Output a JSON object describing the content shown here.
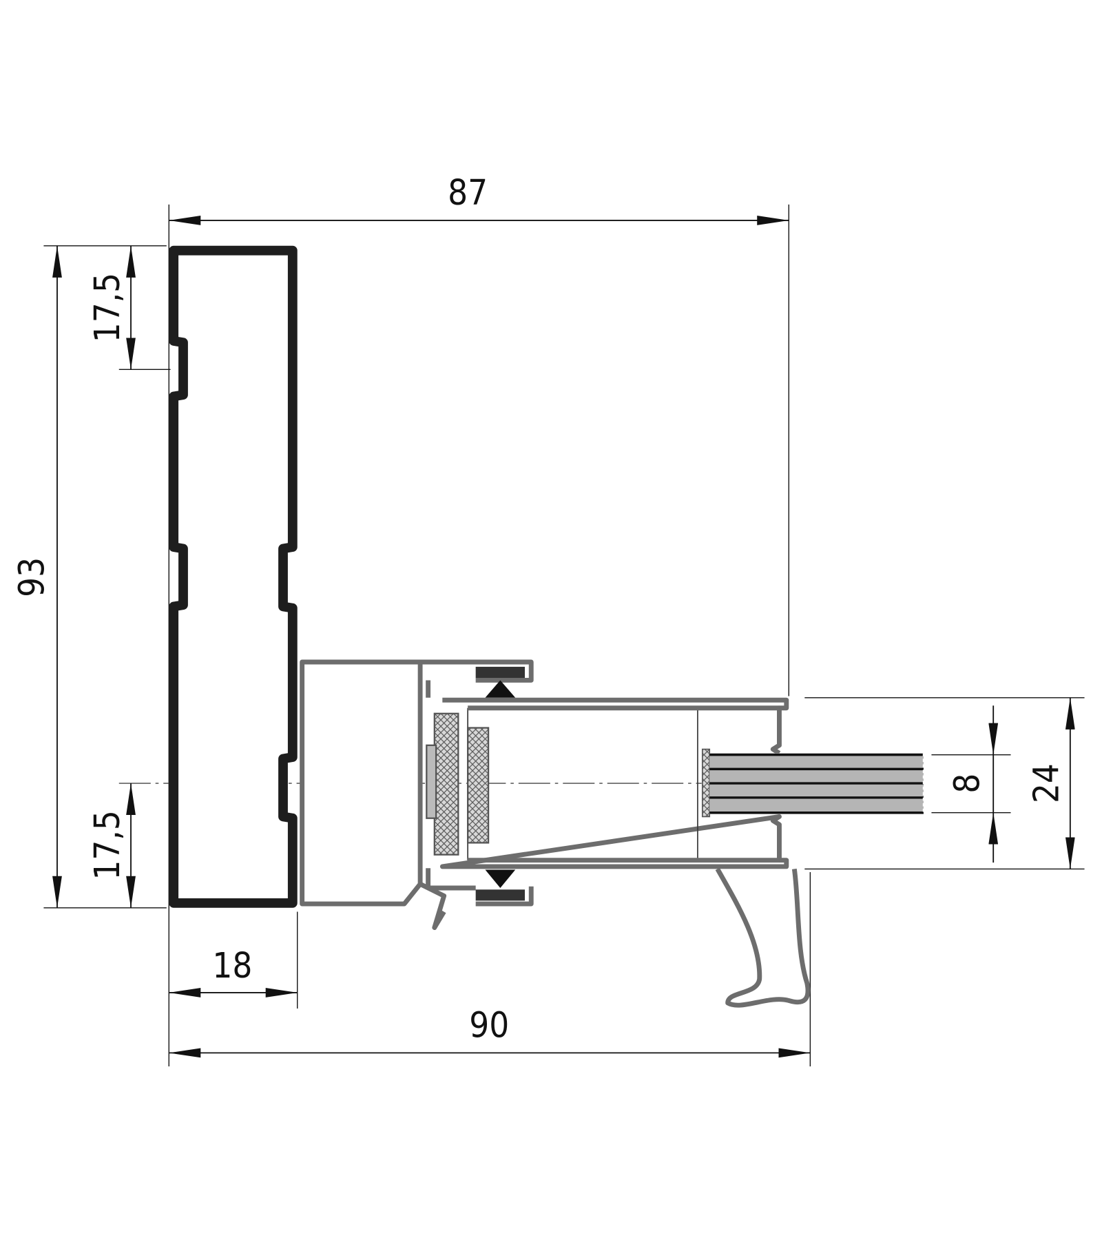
{
  "drawing": {
    "title": "Frame and sash profile cross-section",
    "dimensions": {
      "overall_width_top": "87",
      "overall_height": "93",
      "top_offset": "17,5",
      "bottom_offset": "17,5",
      "frame_depth": "18",
      "overall_width_bottom": "90",
      "glass_thickness": "8",
      "sash_height": "24"
    },
    "colors": {
      "frame": "#1e1e1e",
      "sash": "#6d6d6d",
      "glass": "#b5b5b5",
      "dimension": "#111111"
    }
  }
}
